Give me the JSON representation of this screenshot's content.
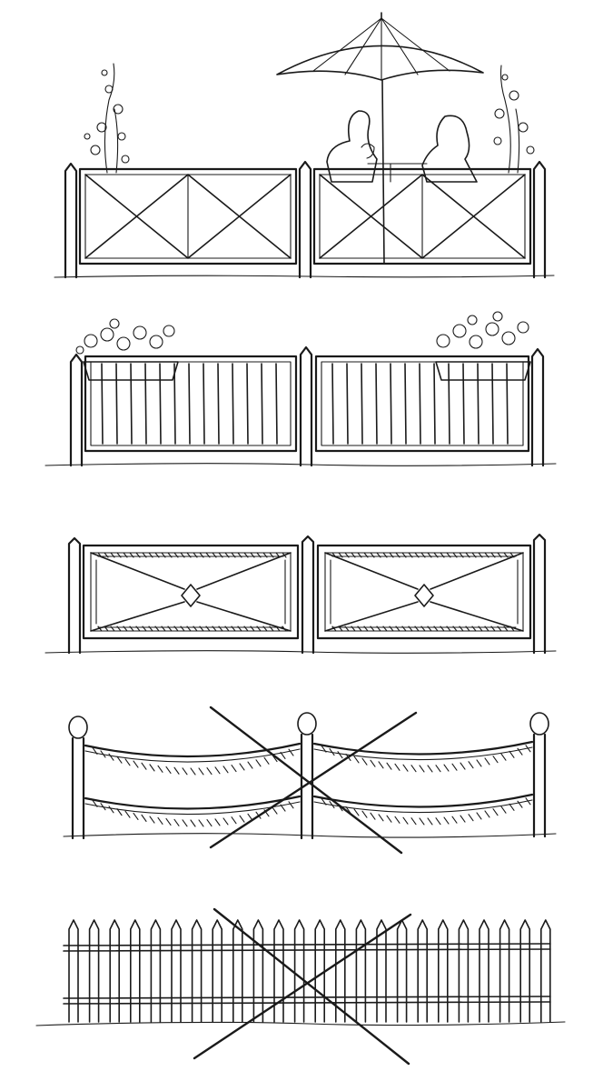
{
  "figure": {
    "panels": [
      {
        "id": "x-brace-railing",
        "recommended": true
      },
      {
        "id": "vertical-board-railing",
        "recommended": true
      },
      {
        "id": "diamond-panel-railing",
        "recommended": true
      },
      {
        "id": "rope-post-railing",
        "recommended": false
      },
      {
        "id": "picket-fence",
        "recommended": false
      }
    ],
    "ink_color": "#1a1a1a",
    "background_color": "#ffffff"
  }
}
